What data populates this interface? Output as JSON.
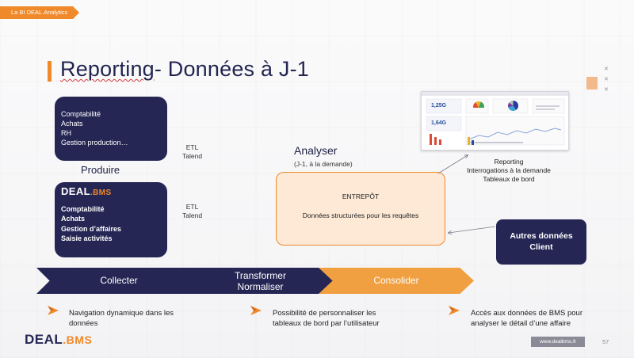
{
  "ribbon": {
    "text": "La BI DEAL.Analytics"
  },
  "title": {
    "part1": "Reporting",
    "part2": "- Données à J-1"
  },
  "box_sources": {
    "items": [
      "Comptabilité",
      "Achats",
      "RH",
      "Gestion production…"
    ]
  },
  "produire_label": "Produire",
  "box_dealbms": {
    "logo_main": "DEAL",
    "logo_sub": ".BMS",
    "items": [
      "Comptabilité",
      "Achats",
      "Gestion d’affaires",
      "Saisie activités"
    ]
  },
  "etl": [
    {
      "line1": "ETL",
      "line2": "Talend"
    },
    {
      "line1": "ETL",
      "line2": "Talend"
    }
  ],
  "analyser": {
    "title": "Analyser",
    "subtitle": "(J-1, à la demande)"
  },
  "entrepot": {
    "title": "ENTREPÔT",
    "desc": "Données structurées pour les requêtes"
  },
  "dashboard": {
    "kpi1": "1,25G",
    "kpi2": "1,64G"
  },
  "reporting": {
    "line1": "Reporting",
    "line2": "Interrogations à la demande",
    "line3": "Tableaux de bord"
  },
  "autres": {
    "line1": "Autres données",
    "line2": "Client"
  },
  "process": {
    "step1": "Collecter",
    "step2_line1": "Transformer",
    "step2_line2": "Normaliser",
    "step3": "Consolider"
  },
  "bullets": [
    {
      "line1": "Navigation dynamique dans les",
      "line2": "données"
    },
    {
      "line1": "Possibilité de personnaliser les",
      "line2": "tableaux de bord par l’utilisateur"
    },
    {
      "line1": "Accès aux données de BMS pour",
      "line2": "analyser le détail d’une affaire"
    }
  ],
  "footer": {
    "logo_main": "DEAL",
    "logo_sub": ".BMS",
    "url": "www.dealbms.fr",
    "page": "57"
  },
  "colors": {
    "navy": "#252654",
    "orange": "#f0892a",
    "light_orange": "#fde9d6"
  }
}
